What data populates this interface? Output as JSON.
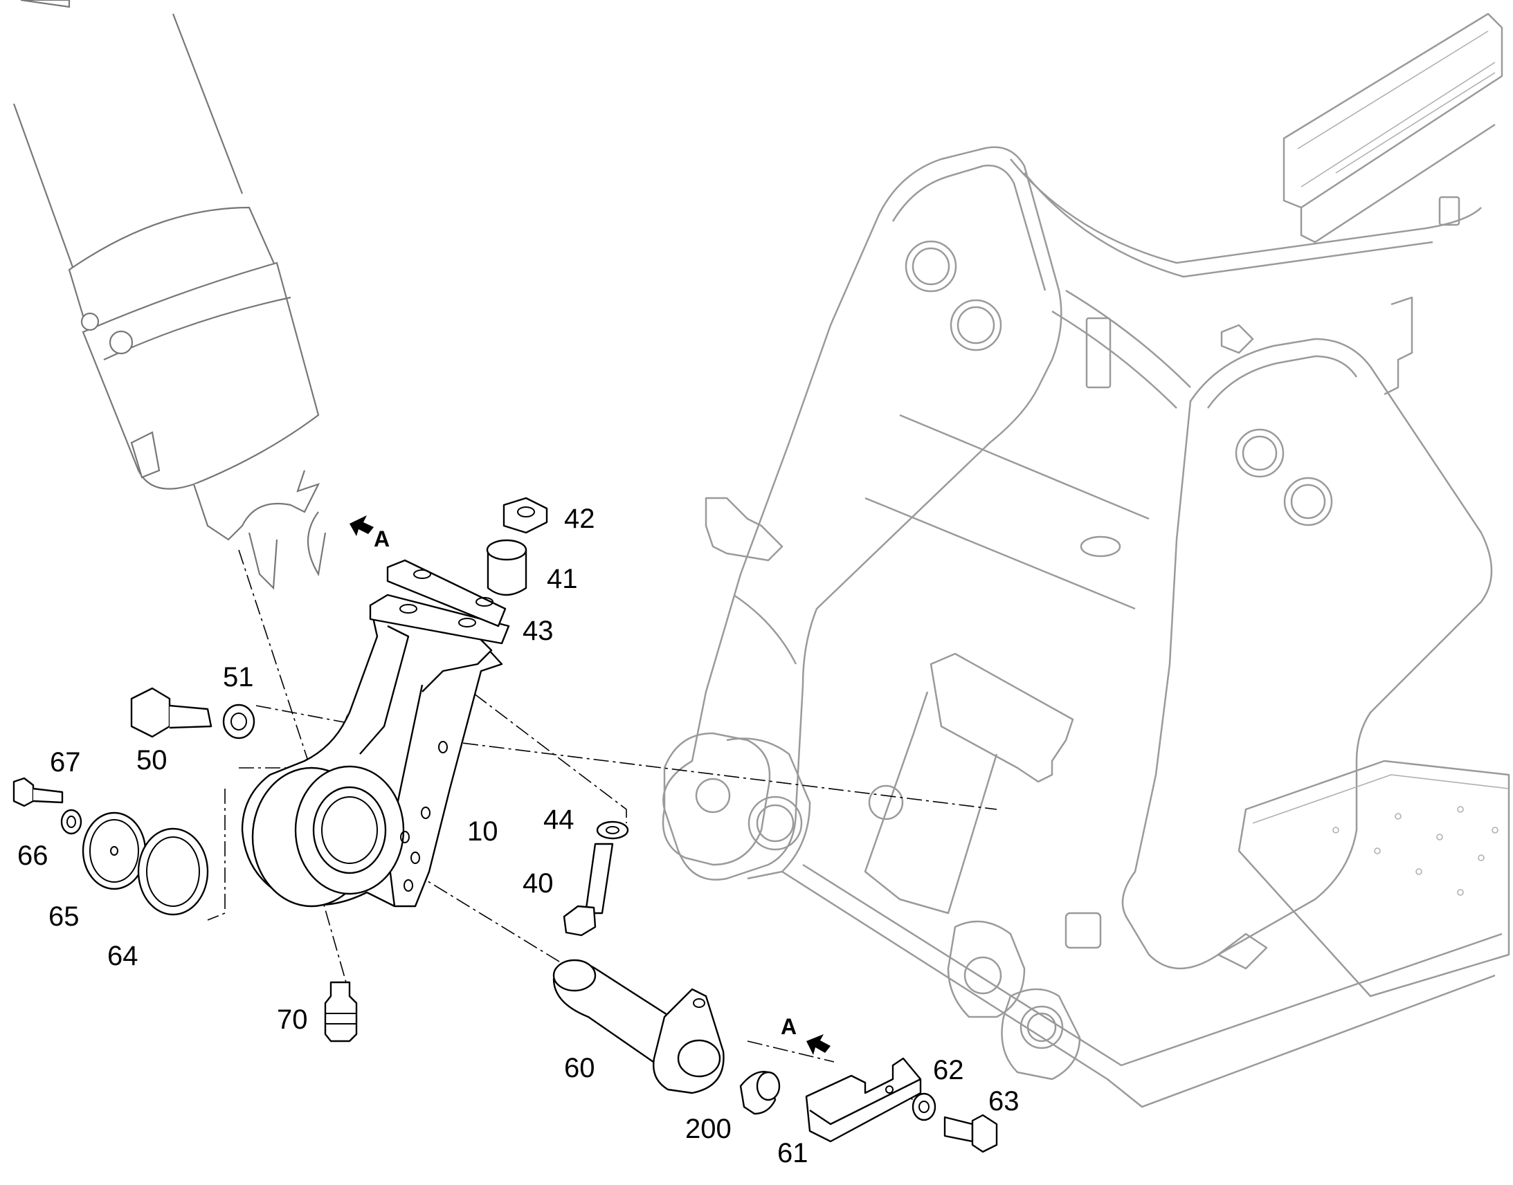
{
  "labels": {
    "p10": "10",
    "p40": "40",
    "p41": "41",
    "p42": "42",
    "p43": "43",
    "p44": "44",
    "p50": "50",
    "p51": "51",
    "p60": "60",
    "p61": "61",
    "p62": "62",
    "p63": "63",
    "p64": "64",
    "p65": "65",
    "p66": "66",
    "p67": "67",
    "p70": "70",
    "p200": "200"
  },
  "view_markers": {
    "upper": "A",
    "lower": "A"
  }
}
